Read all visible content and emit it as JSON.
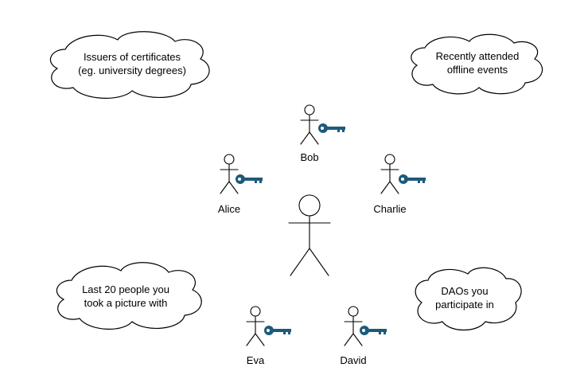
{
  "clouds": [
    {
      "id": "certificates",
      "lines": [
        "Issuers of certificates",
        "(eg. university degrees)"
      ]
    },
    {
      "id": "events",
      "lines": [
        "Recently attended",
        "offline events"
      ]
    },
    {
      "id": "pictures",
      "lines": [
        "Last 20 people you",
        "took a picture with"
      ]
    },
    {
      "id": "daos",
      "lines": [
        "DAOs you",
        "participate in"
      ]
    }
  ],
  "actors": [
    {
      "id": "bob",
      "label": "Bob"
    },
    {
      "id": "alice",
      "label": "Alice"
    },
    {
      "id": "charlie",
      "label": "Charlie"
    },
    {
      "id": "eva",
      "label": "Eva"
    },
    {
      "id": "david",
      "label": "David"
    }
  ],
  "colors": {
    "key": "#1e5a7a"
  },
  "icons": {
    "actor": "stick-figure-icon",
    "key": "key-icon",
    "cloud": "cloud-shape"
  }
}
